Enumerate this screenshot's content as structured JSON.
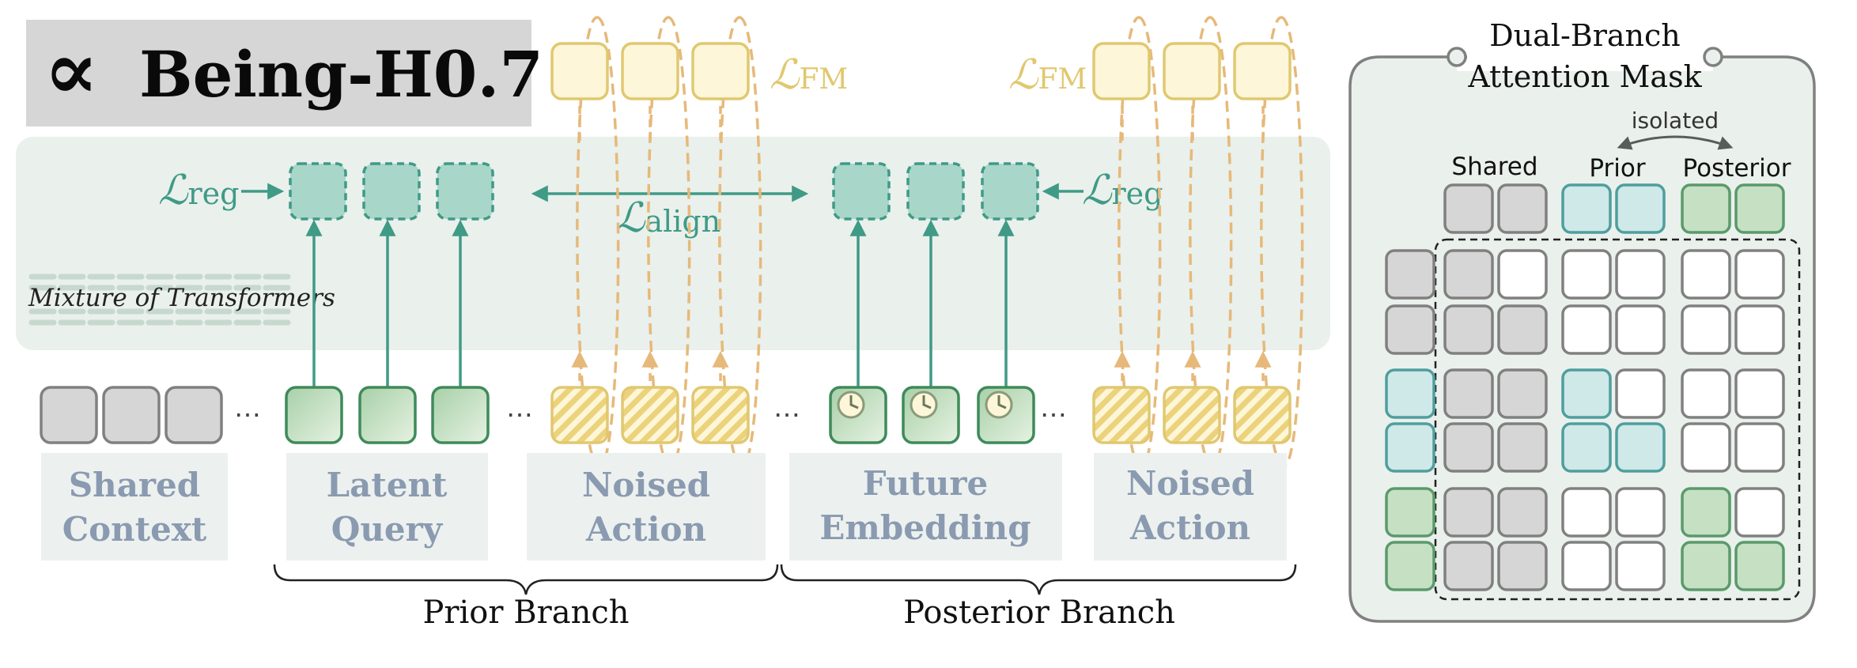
{
  "logo": {
    "symbol": "∝",
    "text": "Being-H0.7"
  },
  "losses": {
    "reg_left": "reg",
    "reg_right": "reg",
    "align": "align",
    "fm_left": "FM",
    "fm_right": "FM",
    "script_L": "ℒ"
  },
  "backbone_label": "Mixture of Transformers",
  "ellipsis": "⋯",
  "groups": {
    "shared": [
      "Shared",
      "Context"
    ],
    "latent": [
      "Latent",
      "Query"
    ],
    "noised_left": [
      "Noised",
      "Action"
    ],
    "future": [
      "Future",
      "Embedding"
    ],
    "noised_right": [
      "Noised",
      "Action"
    ]
  },
  "branches": {
    "prior": "Prior Branch",
    "posterior": "Posterior Branch"
  },
  "mask": {
    "title": [
      "Dual-Branch",
      "Attention Mask"
    ],
    "isolated": "isolated",
    "headers": {
      "shared": "Shared",
      "prior": "Prior",
      "posterior": "Posterior"
    }
  },
  "colors": {
    "gray": "#d6d6d6",
    "gray_stroke": "#808080",
    "teal": "#cfe8e8",
    "teal_stroke": "#4f9e9e",
    "green": "#c6e0c4",
    "green_stroke": "#5a9a6a",
    "yellow": "#fdf6d8",
    "yellow_stroke": "#e0c870",
    "dashed_teal": "#a8d6c9",
    "dashed_teal_stroke": "#3f9a86",
    "panel": "#eaf0ec",
    "label_box": "#ecf1ef",
    "label_text": "#8a9ab0",
    "loss_green": "#3f9a86",
    "loss_yellow": "#e0c870",
    "arrow_orange": "#e6b97a"
  }
}
